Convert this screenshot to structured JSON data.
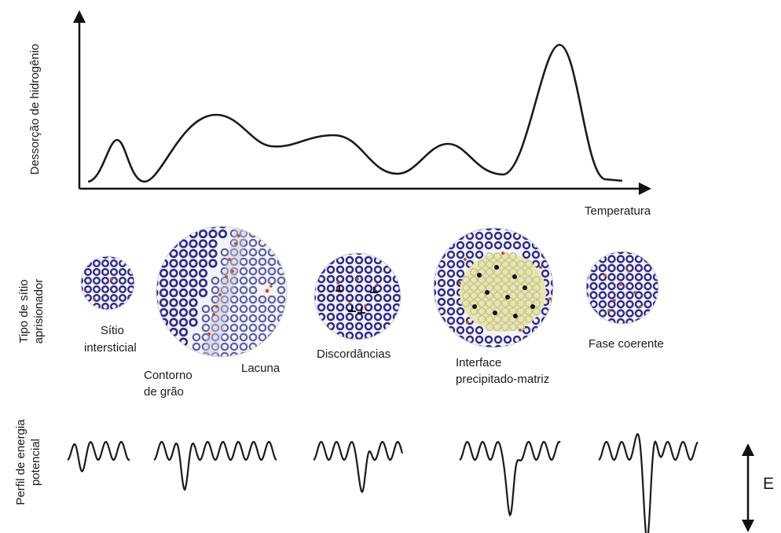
{
  "axes": {
    "y_label": "Dessorção de hidrogênio",
    "x_label": "Temperatura"
  },
  "rows": {
    "trap_type": [
      "Tipo de sítio",
      "aprisionador"
    ],
    "energy_profile": [
      "Perfil de energia",
      "potencial"
    ]
  },
  "energy_arrow_label": "E",
  "sites": {
    "interstitial": [
      "Sítio",
      "intersticial"
    ],
    "grain_boundary": [
      "Contorno",
      "de grão"
    ],
    "vacancy": "Lacuna",
    "dislocations": "Discordâncias",
    "interface": [
      "Interface",
      "precipitado-matriz"
    ],
    "coherent_phase": "Fase coerente"
  },
  "colors": {
    "atom": "#2e2a86",
    "defect": "#c0542c",
    "precipitate": "#e9e6b4",
    "curve": "#1a1a1a"
  },
  "relative_trap_depth": [
    0.15,
    0.35,
    0.45,
    0.8,
    1.0
  ]
}
